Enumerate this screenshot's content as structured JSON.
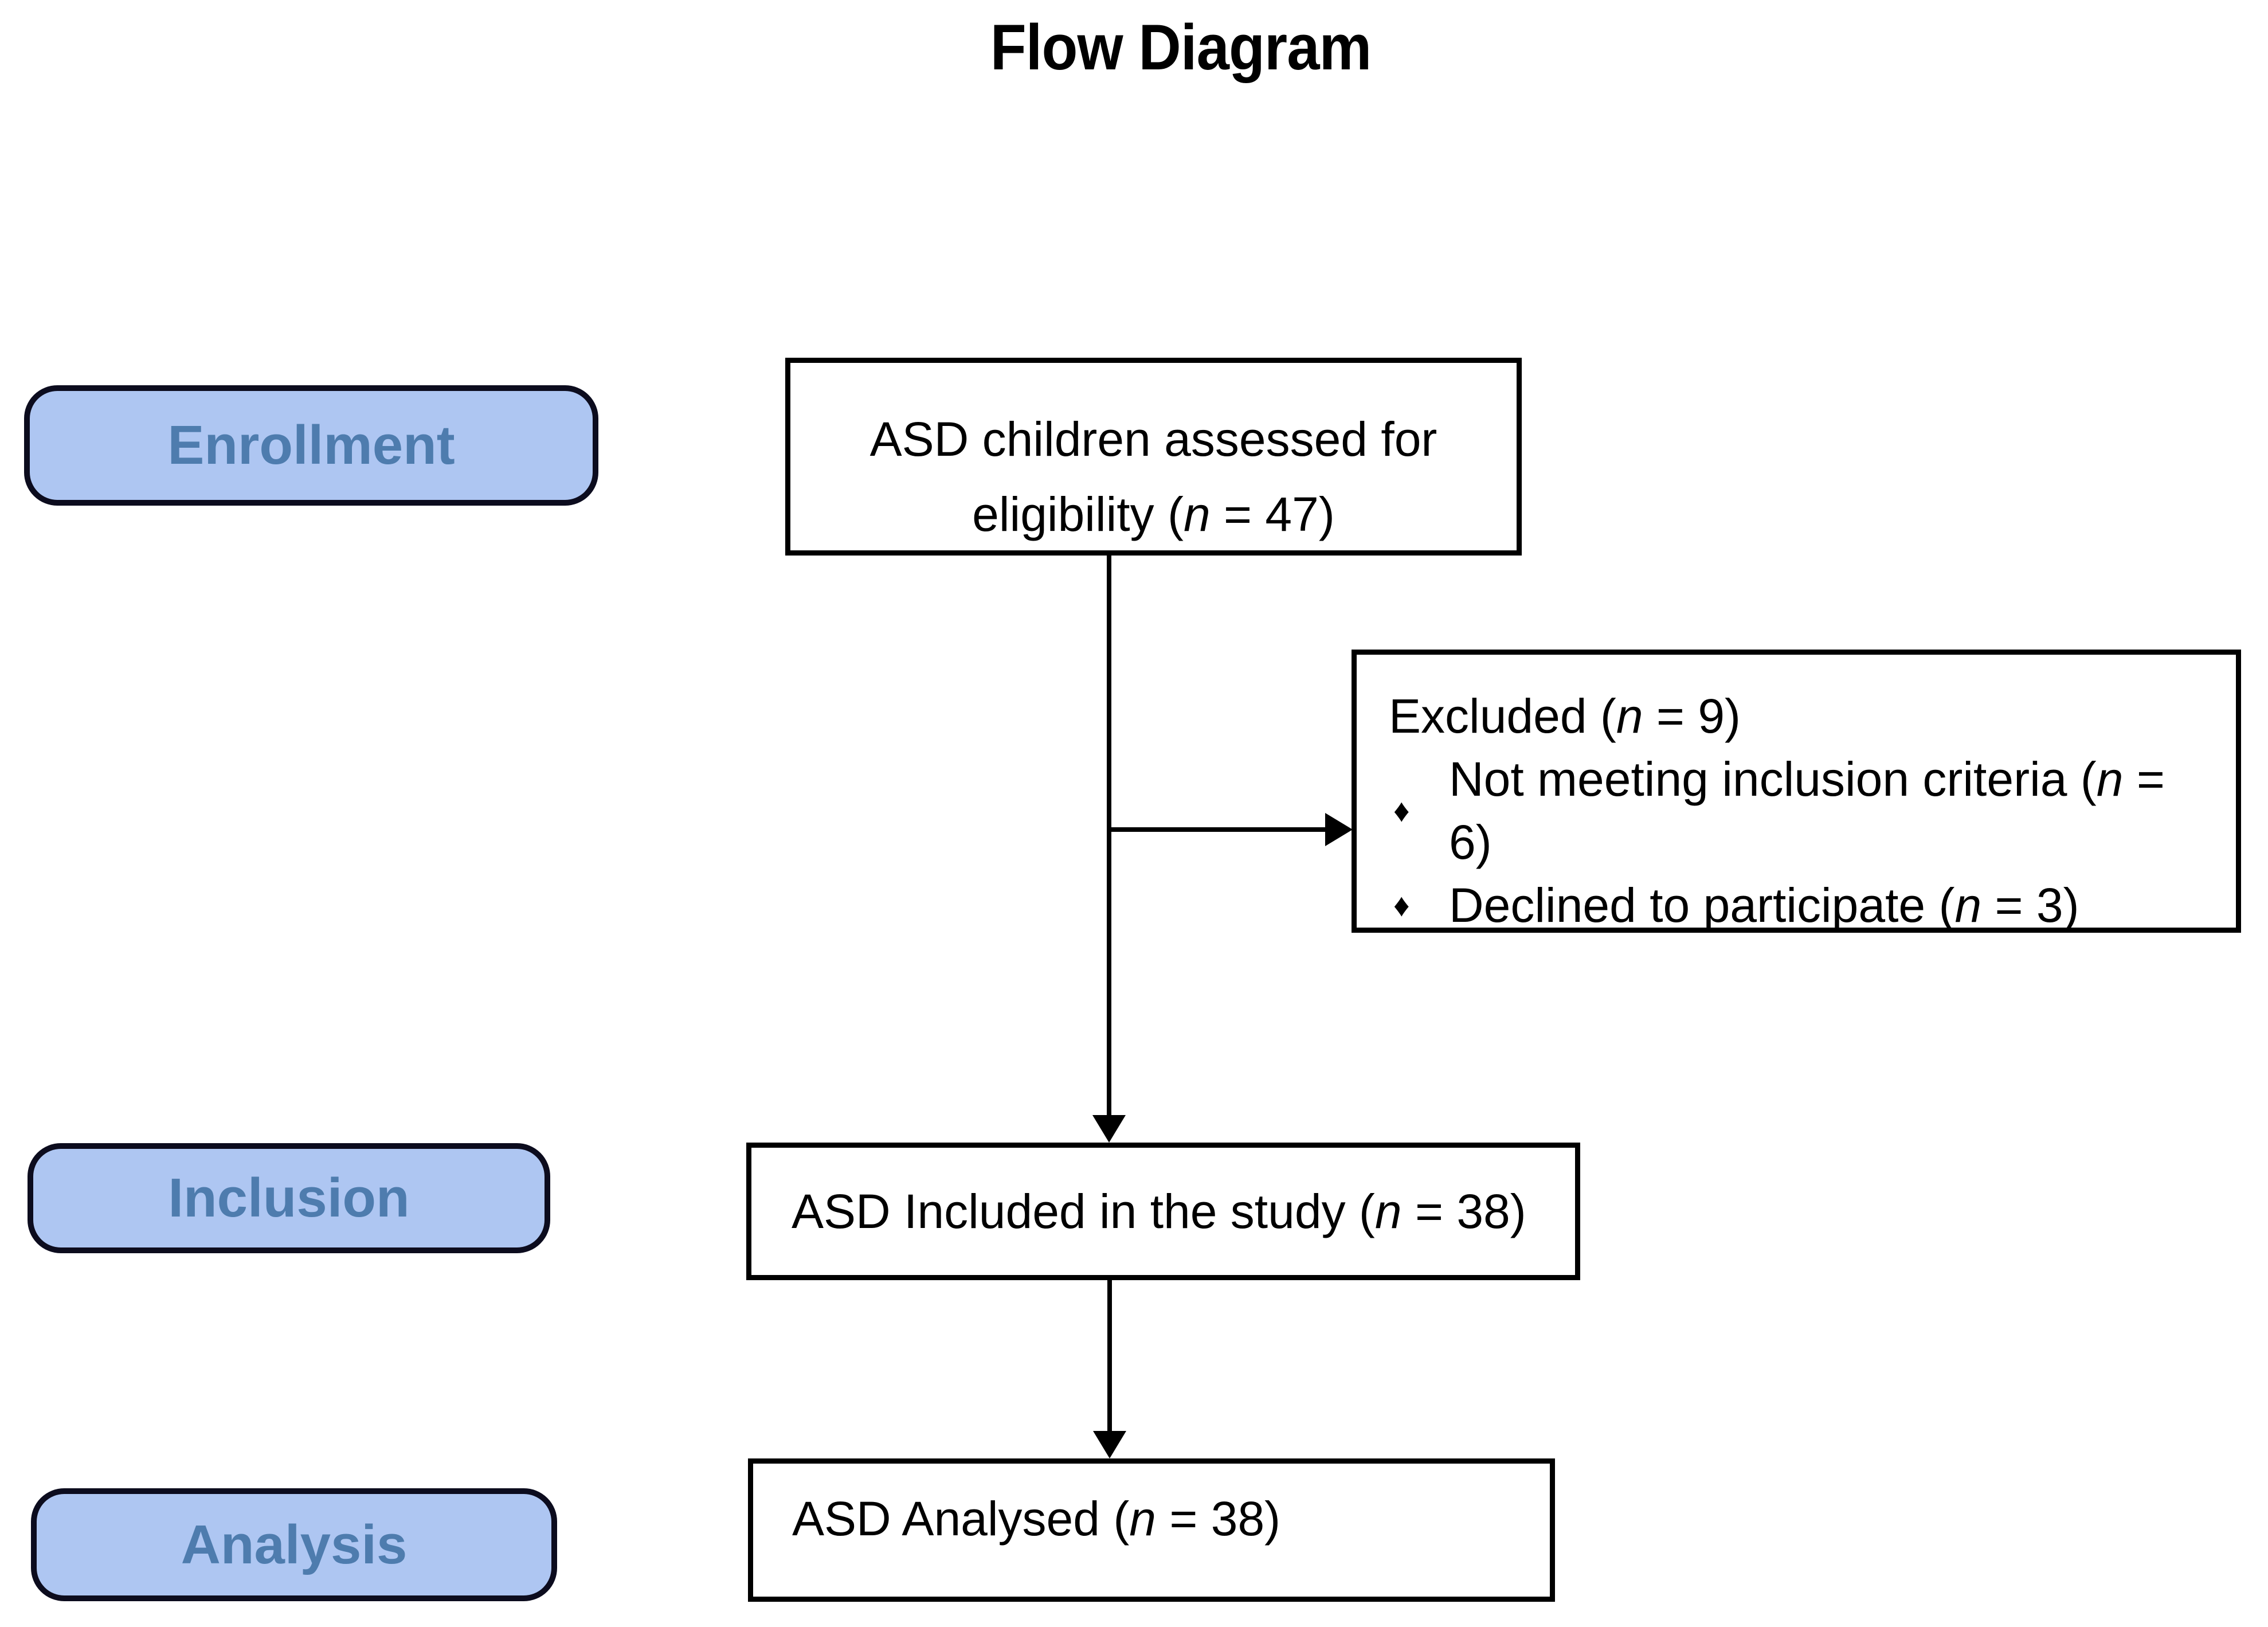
{
  "title": "Flow Diagram",
  "colors": {
    "background": "#ffffff",
    "stage_fill": "#aec6f2",
    "stage_border": "#0c0c1e",
    "stage_text": "#4e7cae",
    "flowbox_fill": "#ffffff",
    "flowbox_border": "#000000",
    "connector": "#000000",
    "text": "#000000"
  },
  "stages": [
    {
      "label": "Enrollment"
    },
    {
      "label": "Inclusion"
    },
    {
      "label": "Analysis"
    }
  ],
  "flow": {
    "assessed": {
      "line1": "ASD children assessed for",
      "line2": {
        "pre": "eligibility (",
        "var": "n",
        "post": " = 47)"
      }
    },
    "excluded": {
      "heading": {
        "pre": "Excluded (",
        "var": "n",
        "post": " = 9)"
      },
      "bullet_char": "♦",
      "items": [
        {
          "pre": "Not meeting inclusion criteria (",
          "var": "n",
          "post": " = 6)"
        },
        {
          "pre": "Declined to participate (",
          "var": "n",
          "post": " = 3)"
        }
      ]
    },
    "included": {
      "pre": "ASD Included in the study (",
      "var": "n",
      "post": " = 38)"
    },
    "analysed": {
      "pre": "ASD Analysed (",
      "var": "n",
      "post": " = 38)"
    }
  }
}
